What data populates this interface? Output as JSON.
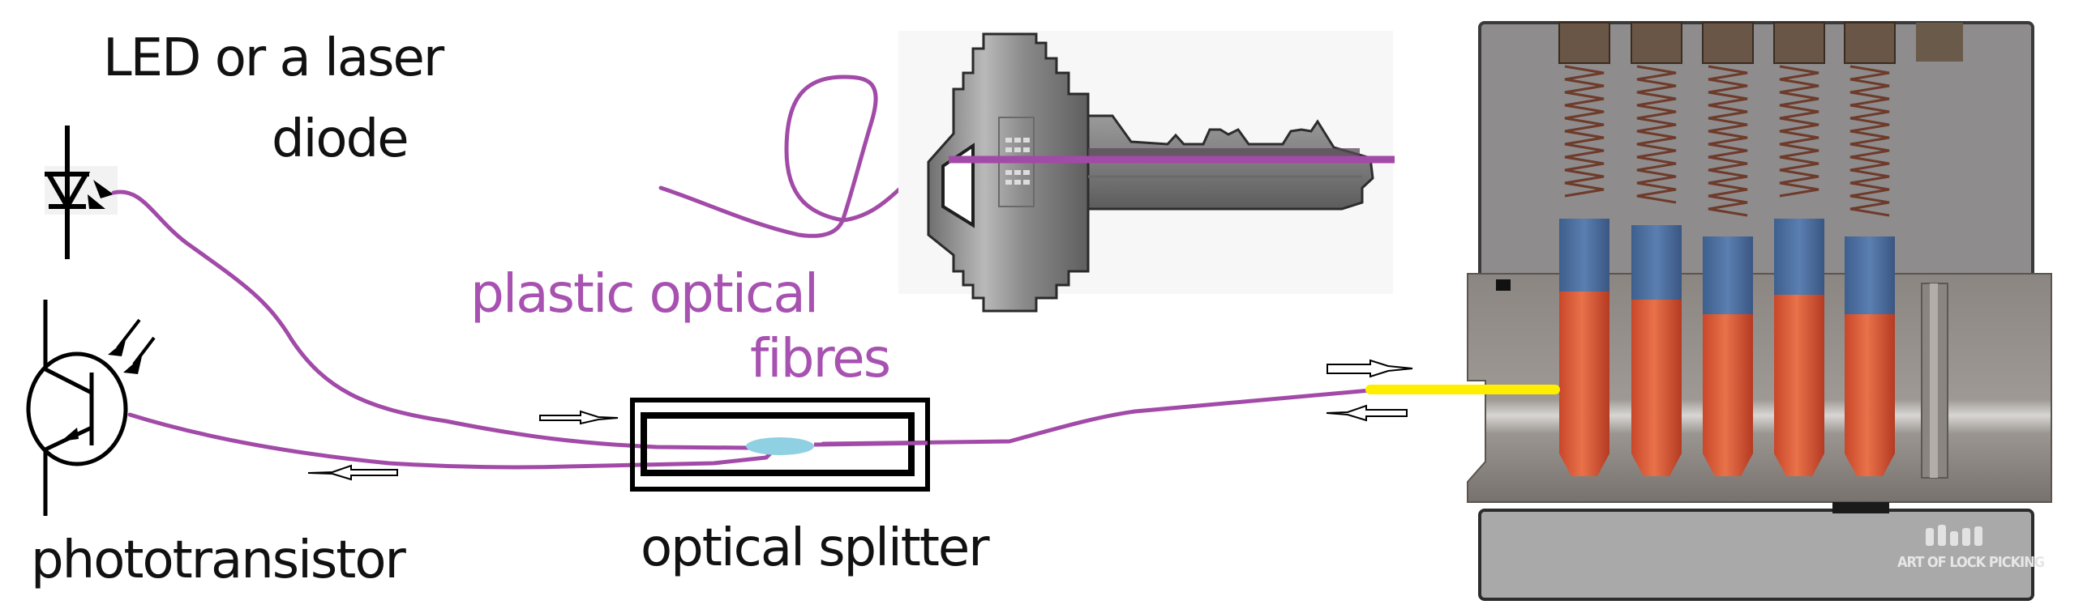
{
  "labels": {
    "led_line1": "LED or a laser",
    "led_line2": "diode",
    "phototransistor": "phototransistor",
    "fibre_line1": "plastic optical",
    "fibre_line2": "fibres",
    "splitter": "optical splitter",
    "watermark": "ART OF LOCK PICKING"
  },
  "components": {
    "emitter": {
      "type": "led-or-laser-diode",
      "icon": "led-diode-icon"
    },
    "detector": {
      "type": "phototransistor",
      "icon": "phototransistor-icon"
    },
    "splitter": {
      "type": "optical-splitter",
      "core_color": "#8fd0e3"
    },
    "key": {
      "type": "pin-tumbler-key"
    },
    "lock": {
      "type": "pin-tumbler-cylinder-cutaway",
      "pin_stacks": 5
    }
  },
  "signal_arrows": [
    {
      "location": "led-to-splitter",
      "direction": "right"
    },
    {
      "location": "splitter-to-phototransistor",
      "direction": "left"
    },
    {
      "location": "into-lock",
      "direction": "right"
    },
    {
      "location": "out-of-lock",
      "direction": "left"
    }
  ],
  "colors": {
    "fibre": "#a24aa8",
    "fibre_label": "#a752b0",
    "probe_tip": "#ffee00",
    "splitter_core": "#8fd0e3",
    "key_metal": "#8c8c8c",
    "lock_body": "#8f8a86",
    "driver_pin": "#466a9c",
    "key_pin": "#d65a34",
    "spring": "#6e3a2a",
    "text": "#111111"
  }
}
